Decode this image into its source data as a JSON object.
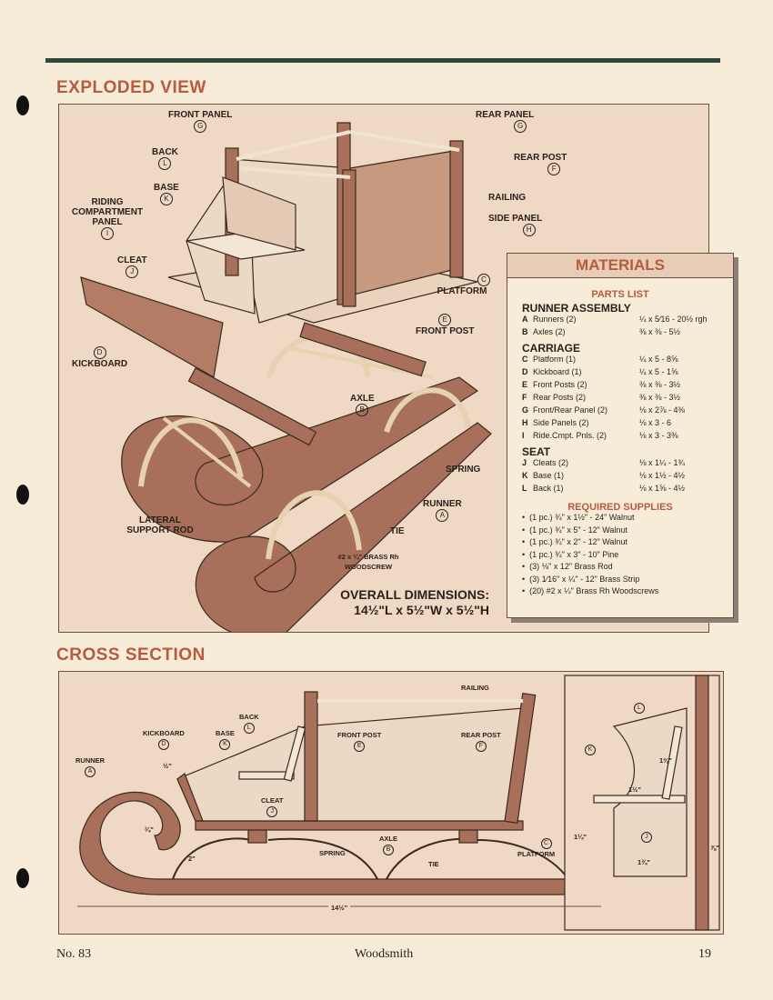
{
  "headings": {
    "exploded": "EXPLODED VIEW",
    "cross": "CROSS SECTION"
  },
  "exploded_labels": {
    "front_panel": "FRONT PANEL",
    "front_panel_key": "G",
    "rear_panel": "REAR PANEL",
    "rear_panel_key": "G",
    "back": "BACK",
    "back_key": "L",
    "rear_post": "REAR POST",
    "rear_post_key": "F",
    "base": "BASE",
    "base_key": "K",
    "railing": "RAILING",
    "riding_panel": "RIDING COMPARTMENT PANEL",
    "riding_panel_key": "I",
    "side_panel": "SIDE PANEL",
    "side_panel_key": "H",
    "cleat": "CLEAT",
    "cleat_key": "J",
    "platform": "PLATFORM",
    "platform_key": "C",
    "front_post": "FRONT POST",
    "front_post_key": "E",
    "kickboard": "KICKBOARD",
    "kickboard_key": "D",
    "axle": "AXLE",
    "axle_key": "B",
    "spring": "SPRING",
    "runner": "RUNNER",
    "runner_key": "A",
    "lateral": "LATERAL SUPPORT ROD",
    "tie": "TIE",
    "screw": "#2 x ¼\" BRASS Rh WOODSCREW"
  },
  "overall": {
    "title": "OVERALL DIMENSIONS:",
    "dims": "14½\"L x 5½\"W x 5½\"H"
  },
  "materials": {
    "title": "MATERIALS",
    "parts_title": "PARTS LIST",
    "groups": [
      {
        "name": "RUNNER ASSEMBLY",
        "rows": [
          {
            "k": "A",
            "name": "Runners (2)",
            "dim": "¼ x 5⁄16 - 20½ rgh"
          },
          {
            "k": "B",
            "name": "Axles (2)",
            "dim": "⅜ x ⅜ - 5½"
          }
        ]
      },
      {
        "name": "CARRIAGE",
        "rows": [
          {
            "k": "C",
            "name": "Platform (1)",
            "dim": "¼ x 5 - 8⅝"
          },
          {
            "k": "D",
            "name": "Kickboard (1)",
            "dim": "¼ x 5 - 1⅝"
          },
          {
            "k": "E",
            "name": "Front Posts (2)",
            "dim": "⅜ x ⅜ - 3½"
          },
          {
            "k": "F",
            "name": "Rear Posts (2)",
            "dim": "⅜ x ⅜ - 3½"
          },
          {
            "k": "G",
            "name": "Front/Rear Panel (2)",
            "dim": "⅛ x 2⅞ - 4⅜"
          },
          {
            "k": "H",
            "name": "Side Panels (2)",
            "dim": "⅛ x 3 - 6"
          },
          {
            "k": "I",
            "name": "Ride.Cmpt. Pnls. (2)",
            "dim": "⅛ x 3 - 3⅜"
          }
        ]
      },
      {
        "name": "SEAT",
        "rows": [
          {
            "k": "J",
            "name": "Cleats (2)",
            "dim": "⅛ x 1¼ - 1¾"
          },
          {
            "k": "K",
            "name": "Base (1)",
            "dim": "⅛ x 1½ - 4½"
          },
          {
            "k": "L",
            "name": "Back (1)",
            "dim": "⅛ x 1⅝ - 4½"
          }
        ]
      }
    ],
    "supplies_title": "REQUIRED SUPPLIES",
    "supplies": [
      "(1 pc.) ¾\" x 1½\" - 24\" Walnut",
      "(1 pc.) ¾\" x 5\" - 12\" Walnut",
      "(1 pc.) ¾\" x 2\" - 12\" Walnut",
      "(1 pc.) ¾\" x 3\" - 10\" Pine",
      "(3) ⅛\" x 12\" Brass Rod",
      "(3) 1⁄16\" x ¼\" - 12\" Brass Strip",
      "(20) #2 x ¼\" Brass Rh Woodscrews"
    ]
  },
  "cross_labels": {
    "railing": "RAILING",
    "back": "BACK",
    "back_key": "L",
    "kickboard": "KICKBOARD",
    "kickboard_key": "D",
    "base": "BASE",
    "base_key": "K",
    "front_post": "FRONT POST",
    "front_post_key": "E",
    "rear_post": "REAR POST",
    "rear_post_key": "F",
    "runner": "RUNNER",
    "runner_key": "A",
    "cleat": "CLEAT",
    "cleat_key": "J",
    "axle": "AXLE",
    "axle_key": "B",
    "spring": "SPRING",
    "tie": "TIE",
    "platform": "PLATFORM",
    "platform_key": "C",
    "dim_half": "½\"",
    "dim_quarter": "¼\"",
    "dim_two": "2\"",
    "dim_len": "14½\"",
    "det_l": "L",
    "det_k": "K",
    "det_j": "J",
    "det_138": "1⅜\"",
    "det_112": "1½\"",
    "det_114": "1¼\"",
    "det_134": "1¾\"",
    "det_78": "⅞\""
  },
  "footer": {
    "issue": "No. 83",
    "magazine": "Woodsmith",
    "page": "19"
  },
  "colors": {
    "accent": "#b75a3e",
    "wood_dark": "#a8705a",
    "panel": "#efd8c4"
  }
}
